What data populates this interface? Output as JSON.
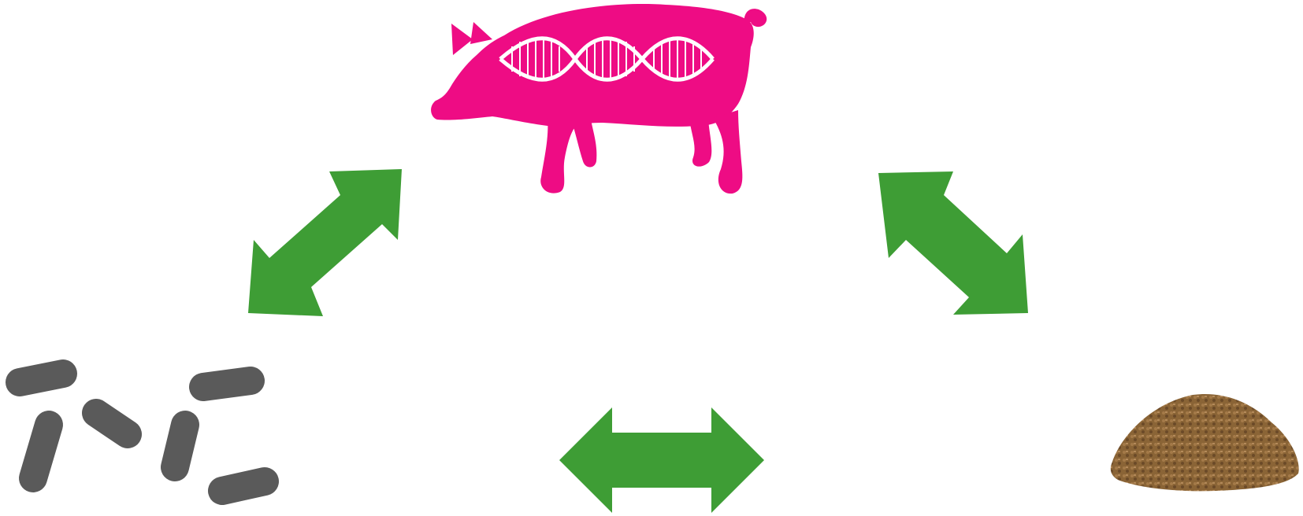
{
  "diagram": {
    "nodes": [
      {
        "id": "pig",
        "icon": "pig-with-dna-icon",
        "color": "#ee0c84"
      },
      {
        "id": "microbes",
        "icon": "bacteria-rods-icon",
        "color": "#5a5a5a"
      },
      {
        "id": "feed",
        "icon": "feed-pellets-icon",
        "color": "#8a6436"
      }
    ],
    "edges": [
      {
        "from": "pig",
        "to": "microbes",
        "style": "double-arrow",
        "color": "#3e9d35"
      },
      {
        "from": "pig",
        "to": "feed",
        "style": "double-arrow",
        "color": "#3e9d35"
      },
      {
        "from": "microbes",
        "to": "feed",
        "style": "double-arrow",
        "color": "#3e9d35"
      }
    ]
  }
}
